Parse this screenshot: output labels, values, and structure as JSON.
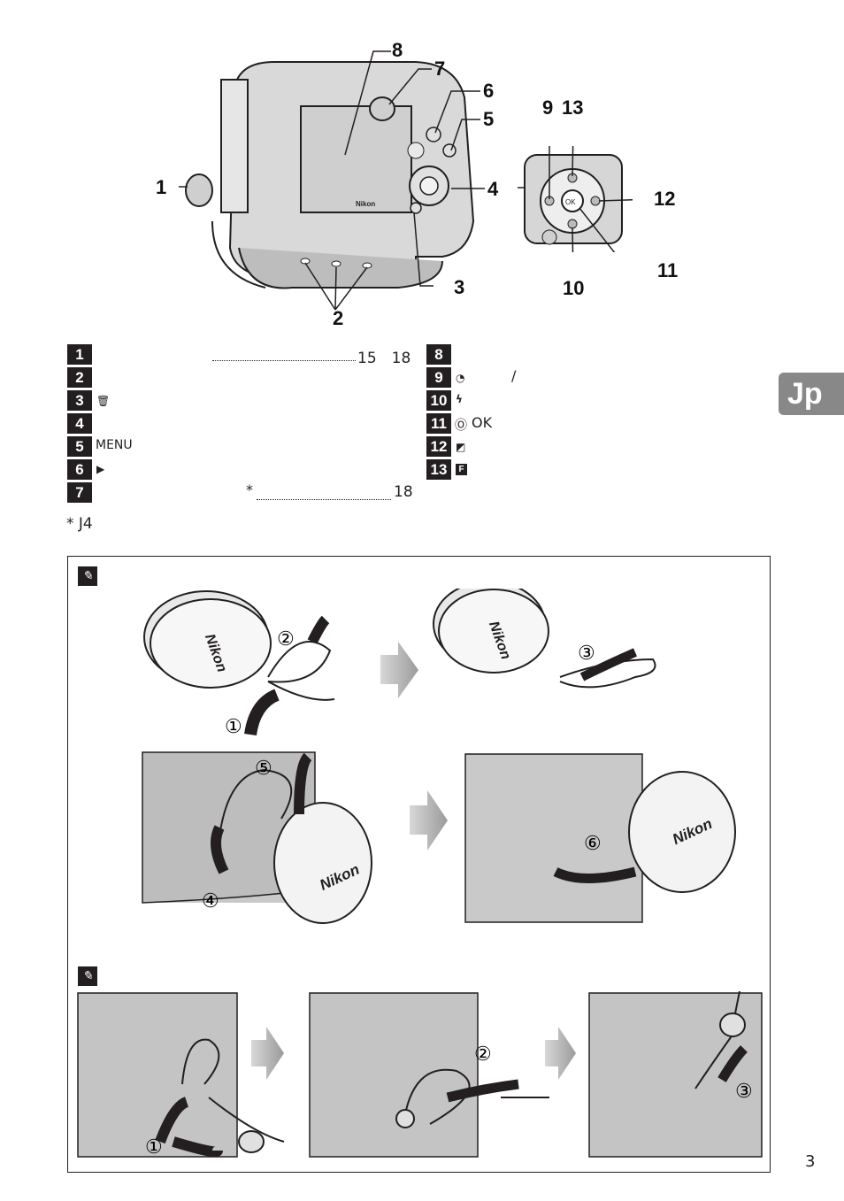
{
  "callouts": [
    "8",
    "7",
    "6",
    "5",
    "4",
    "1",
    "2",
    "3",
    "9",
    "13",
    "12",
    "11",
    "10"
  ],
  "items_left": [
    {
      "num": "1",
      "icon": "",
      "text": "",
      "pages": "15　18"
    },
    {
      "num": "2",
      "icon": "",
      "text": "",
      "pages": ""
    },
    {
      "num": "3",
      "icon": "🗑",
      "text": "",
      "pages": ""
    },
    {
      "num": "4",
      "icon": "",
      "text": "",
      "pages": ""
    },
    {
      "num": "5",
      "icon": "",
      "text": "MENU",
      "pages": ""
    },
    {
      "num": "6",
      "icon": "▶",
      "text": "",
      "pages": ""
    },
    {
      "num": "7",
      "icon": "",
      "text": "",
      "mark": "*",
      "pages": "18"
    }
  ],
  "items_right": [
    {
      "num": "8",
      "icon": "",
      "text": ""
    },
    {
      "num": "9",
      "icon": "◔",
      "text": "/"
    },
    {
      "num": "10",
      "icon": "ϟ",
      "text": ""
    },
    {
      "num": "11",
      "icon": "Ⓞ",
      "text": "OK"
    },
    {
      "num": "12",
      "icon": "◩",
      "text": ""
    },
    {
      "num": "13",
      "icon": "F",
      "text": ""
    }
  ],
  "footnote": "* J4",
  "language_tab": "Jp",
  "page_number": "3",
  "note_icon": "pencil-note-icon",
  "cap_brand": "Nikon",
  "steps": [
    "①",
    "②",
    "③",
    "④",
    "⑤",
    "⑥"
  ],
  "steps_b": [
    "①",
    "②",
    "③"
  ]
}
